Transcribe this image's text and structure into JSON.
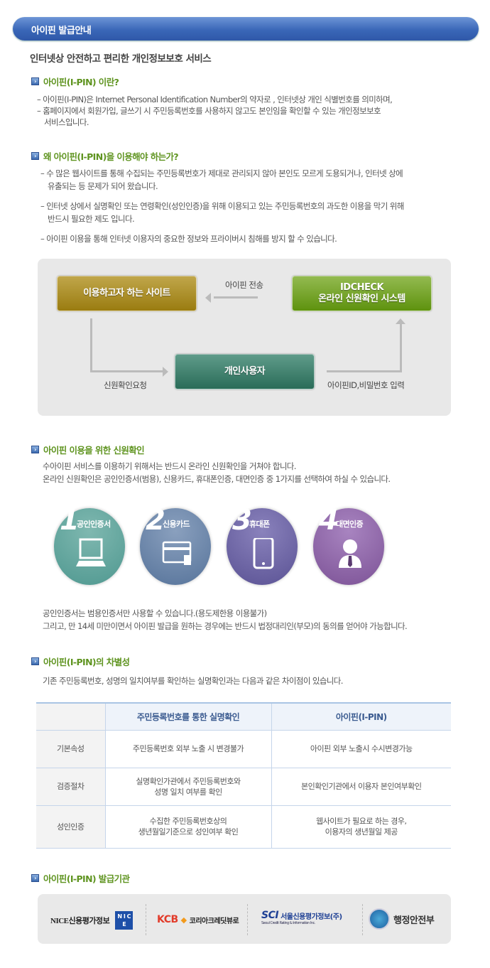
{
  "header": {
    "title": "아이핀 발급안내"
  },
  "subtitle": "인터넷상 안전하고 편리한 개인정보보호 서비스",
  "sections": [
    {
      "title": "아이핀(I-PIN) 이란?",
      "lines": [
        "– 아이핀(I-PIN)은 Internet Personal Identification Number의 약자로 , 인터넷상 개인 식별번호를 의미하며,",
        "– 홈페이지에서 회원가입, 글쓰기 시 주민등록번호를 사용하지 않고도 본인임을 확인할 수 있는 개인정보보호",
        "서비스입니다."
      ]
    },
    {
      "title": "왜 아이핀(I-PIN)을 이용해야 하는가?",
      "lines": [
        "– 수 많은  웹사이트를 통해 수집되는 주민등록번호가 제대로 관리되지 않아 본인도 모르게 도용되거나, 인터넷 상에",
        "유출되는 등 문제가 되어 왔습니다.",
        "– 인터넷  상에서 실명확인 또는 연령확인(성인인증)을 위해 이용되고 있는 주민등록번호의 과도한 이용을 막기 위해",
        "반드시 필요한 제도 입니다.",
        "– 아이핀 이용을 통해 인터넷 이용자의 중요한 정보와 프라이버시 침해를 방지 할 수 있습니다."
      ]
    },
    {
      "title": "아이핀 이용을 위한 신원확인",
      "lines": [
        "수아이핀 서비스를 이용하기 위해서는 반드시 온라인 신원확인을 거쳐야 합니다.",
        "온라인 신원확인은 공인인증서(범용), 신용카드, 휴대폰인증, 대면인증 중 1가지를 선택하여 하실 수 있습니다."
      ],
      "notes": [
        "공인인증서는 범용인증서만 사용할 수 있습니다.(용도제한용 이용불가)",
        "그리고, 만 14세 미만이면서 아이핀 발급을 원하는 경우에는 반드시 법정대리인(부모)의 동의를 얻어야 가능합니다."
      ]
    },
    {
      "title": "아이핀(I-PIN)의 차별성",
      "lines": [
        "기존 주민등록번호, 성명의 일치여부를 확인하는 실명확인과는 다음과 같은 차이점이 있습니다."
      ]
    },
    {
      "title": "아이핀(I-PIN) 발급기관"
    }
  ],
  "diagram": {
    "site": "이용하고자 하는 사이트",
    "idcheck_1": "IDCHECK",
    "idcheck_2": "온라인 신원확인 시스템",
    "user": "개인사용자",
    "arrow_send": "아이핀 전송",
    "arrow_request": "신원확인요청",
    "arrow_input": "아이핀ID,비밀번호 입력"
  },
  "methods": [
    {
      "num": "1",
      "label": "공인인증서",
      "icon": "laptop-icon",
      "color": "#4f9890"
    },
    {
      "num": "2",
      "label": "신용카드",
      "icon": "credit-card-icon",
      "color": "#56739a"
    },
    {
      "num": "3",
      "label": "휴대폰",
      "icon": "mobile-phone-icon",
      "color": "#5a5294"
    },
    {
      "num": "4",
      "label": "대면인증",
      "icon": "person-icon",
      "color": "#7c5296"
    }
  ],
  "table": {
    "headers": [
      "",
      "주민등록번호를 통한 실명확인",
      "아이핀(I-PIN)"
    ],
    "rows": [
      [
        "기본속성",
        "주민등록번호 외부 노출 시 변경불가",
        "아이핀 외부 노출시 수시변경가능"
      ],
      [
        "검증절차",
        "실명확인가관에서 주민등록번호와",
        "본인확인기관에서 이용자 본인여부확인",
        "성명 일치 여부를 확인"
      ],
      [
        "성인인증",
        "수집한 주민등록번호상의",
        "웹사이트가 필요로 하는 경우,",
        "생년월일기준으로 성인여부 확인",
        "이용자의 생년월일 제공"
      ]
    ]
  },
  "issuers": {
    "nice": "NICE신용평가정보",
    "nice_badge": "N I C E",
    "kcb": "KCB",
    "kcb_name": "코리아크레딧뷰로",
    "sci": "SCI",
    "sci_name": "서울신용평가정보(주)",
    "sci_en": "Seoul Credit Rating & Information Inc.",
    "mopas": "행정안전부"
  }
}
